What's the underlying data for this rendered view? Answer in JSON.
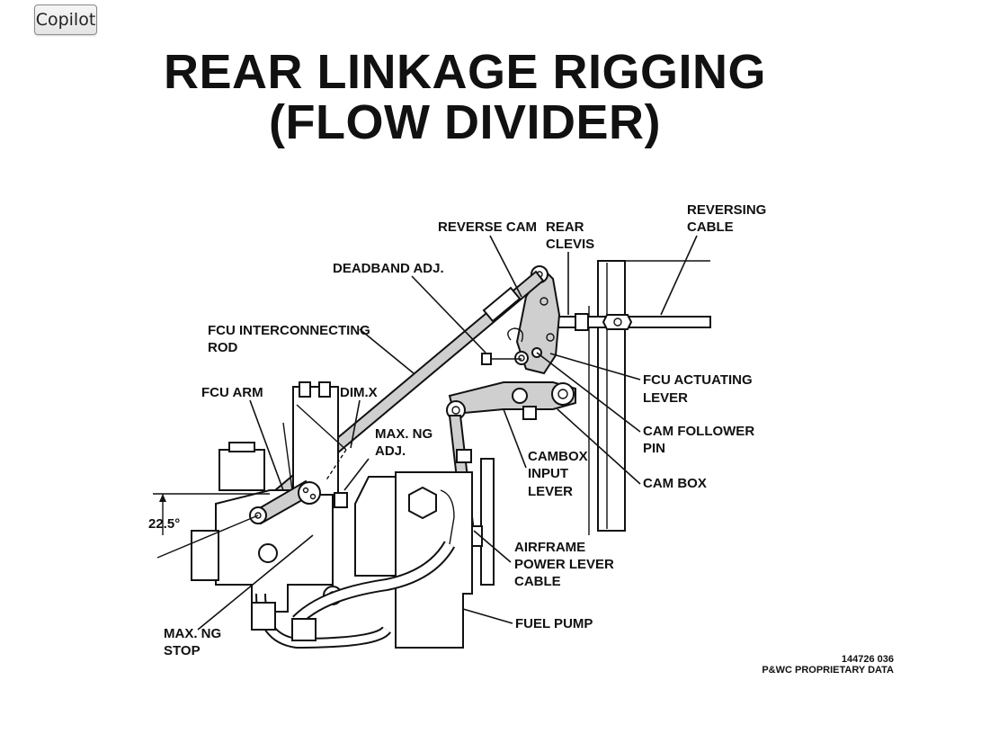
{
  "toolbar": {
    "copilot_label": "Copilot"
  },
  "title": {
    "line1": "REAR LINKAGE RIGGING",
    "line2": "(FLOW DIVIDER)"
  },
  "labels": {
    "reversing_cable_1": "REVERSING",
    "reversing_cable_2": "CABLE",
    "reverse_cam": "REVERSE CAM",
    "rear_clevis_1": "REAR",
    "rear_clevis_2": "CLEVIS",
    "deadband_adj": "DEADBAND ADJ.",
    "fcu_interconnecting_rod_1": "FCU INTERCONNECTING",
    "fcu_interconnecting_rod_2": "ROD",
    "fcu_arm": "FCU ARM",
    "dim_x": "DIM.X",
    "max_ng_adj_1": "MAX. NG",
    "max_ng_adj_2": "ADJ.",
    "fcu_actuating_lever_1": "FCU ACTUATING",
    "fcu_actuating_lever_2": "LEVER",
    "cam_follower_pin_1": "CAM FOLLOWER",
    "cam_follower_pin_2": "PIN",
    "cambox_input_lever_1": "CAMBOX",
    "cambox_input_lever_2": "INPUT",
    "cambox_input_lever_3": "LEVER",
    "cam_box": "CAM BOX",
    "angle": "22.5°",
    "airframe_power_lever_cable_1": "AIRFRAME",
    "airframe_power_lever_cable_2": "POWER LEVER",
    "airframe_power_lever_cable_3": "CABLE",
    "fuel_pump": "FUEL PUMP",
    "max_ng_stop_1": "MAX. NG",
    "max_ng_stop_2": "STOP"
  },
  "footer": {
    "ref_number": "144726 036",
    "proprietary": "P&WC PROPRIETARY DATA"
  }
}
